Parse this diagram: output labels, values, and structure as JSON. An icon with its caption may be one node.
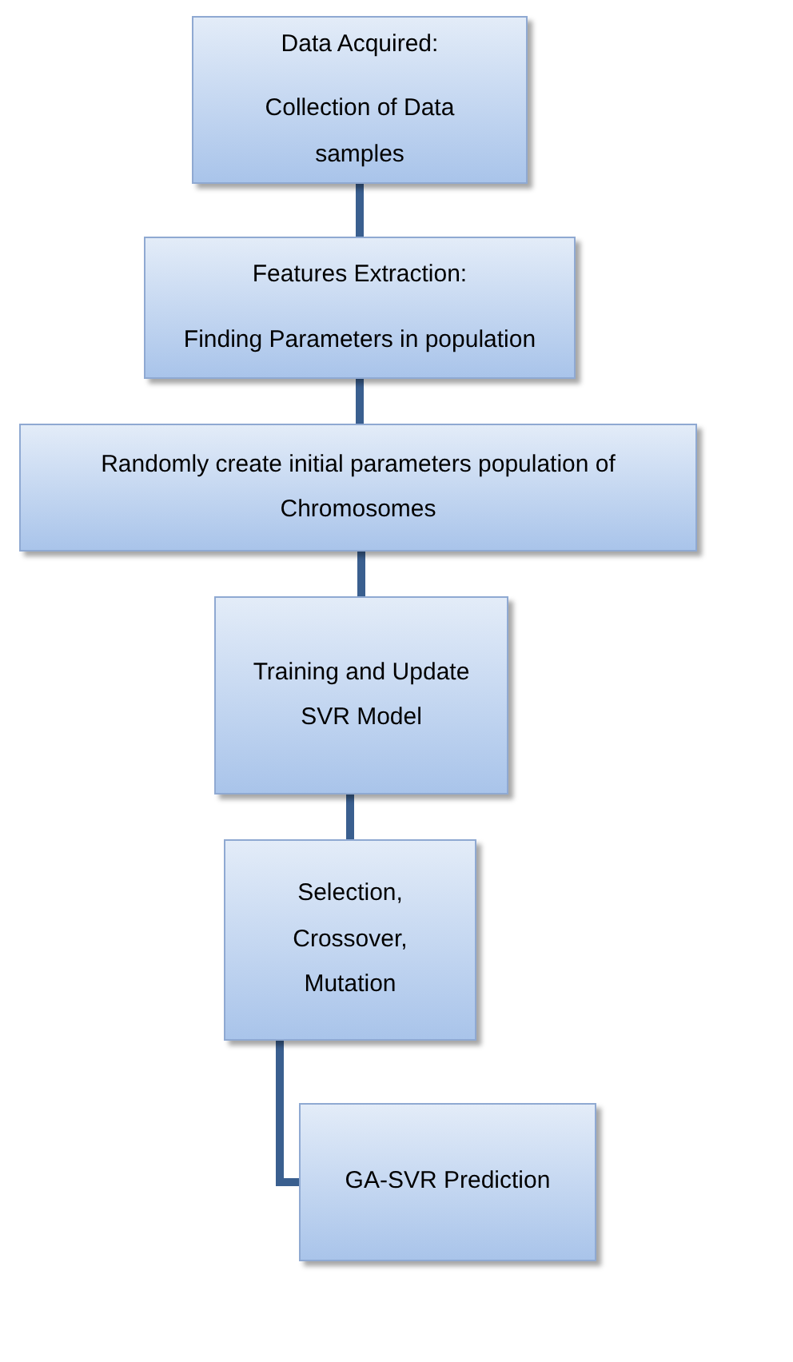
{
  "diagram": {
    "nodes": [
      {
        "text": [
          "Data Acquired:",
          "Collection of Data samples"
        ]
      },
      {
        "text": [
          "Features Extraction:",
          "Finding Parameters in population"
        ]
      },
      {
        "text": [
          "Randomly create initial parameters population of Chromosomes"
        ]
      },
      {
        "text": [
          "Training and Update SVR Model"
        ]
      },
      {
        "text": [
          "Selection, Crossover, Mutation"
        ]
      },
      {
        "text": [
          "GA-SVR Prediction"
        ]
      }
    ],
    "edges": [
      {
        "from": 0,
        "to": 1,
        "arrow": "none"
      },
      {
        "from": 1,
        "to": 2,
        "arrow": "none"
      },
      {
        "from": 2,
        "to": 3,
        "arrow": "none"
      },
      {
        "from": 3,
        "to": 4,
        "arrow": "none"
      },
      {
        "from": 4,
        "to": 5,
        "arrow": "none"
      }
    ]
  }
}
